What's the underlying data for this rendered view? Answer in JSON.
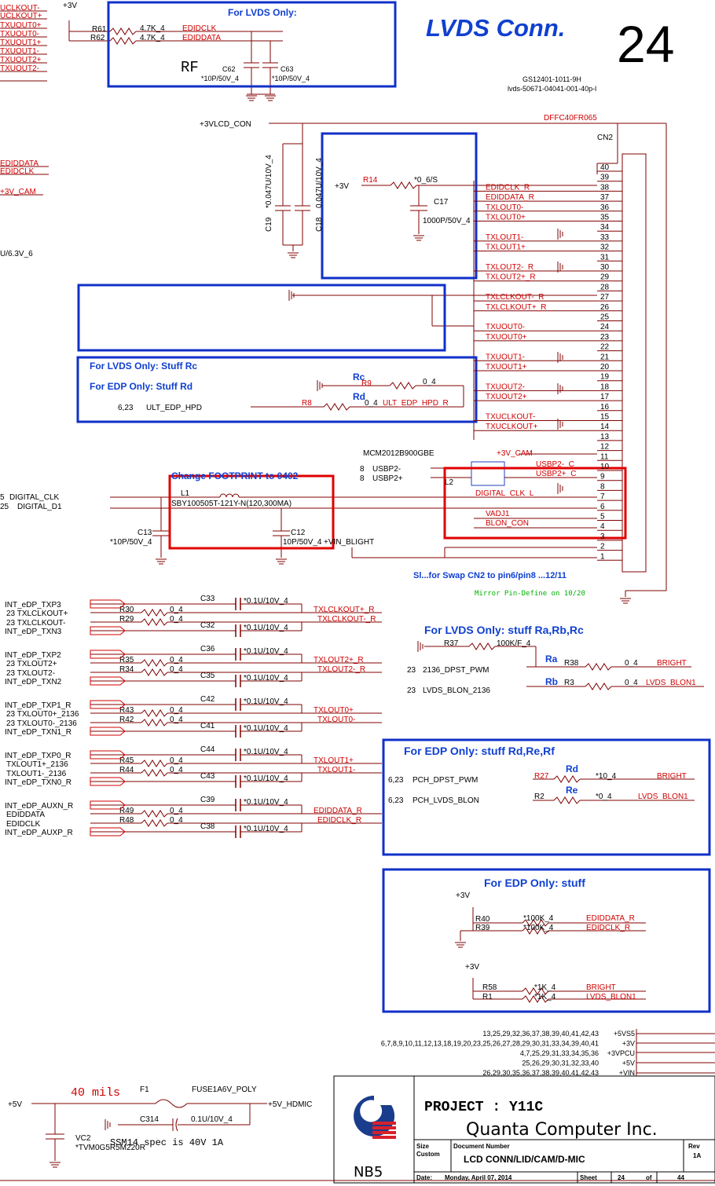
{
  "header": {
    "title": "LVDS Conn.",
    "page_number": "24",
    "part_line1": "GS12401-1011-9H",
    "part_line2": "lvds-50671-04041-001-40p-l",
    "connector_part": "DFFC40FR065",
    "connector_ref": "CN2",
    "rf_label": "RF"
  },
  "left_edge_labels": [
    "UCLKOUT-",
    "UCLKOUT+",
    "TXUOUT0+",
    "TXUOUT0-",
    "TXUOUT1+",
    "TXUOUT1-",
    "TXUOUT2+",
    "TXUOUT2-",
    "EDIDDATA",
    "EDIDCLK",
    "+3V_CAM",
    "U/6.3V_6"
  ],
  "notes": {
    "lvds_only": "For LVDS Only:",
    "lvds_stuff_rc": "For LVDS Only:  Stuff  Rc",
    "edp_stuff_rd": "For EDP Only:  Stuff  Rd",
    "footprint": "Change FOOTPRINT to 0402",
    "swap": "Sl...for Swap CN2 to pin6/pin8  ...12/11",
    "mirror": "Mirror Pin-Define on 10/20",
    "lvds_rarbrc": "For LVDS Only:  stuff  Ra,Rb,Rc",
    "edp_rdrerf": "For EDP Only:  stuff Rd,Re,Rf",
    "edp_stuff": "For EDP Only:  stuff",
    "mils": "40 mils",
    "ssm": "SSM14  spec is 40V 1A"
  },
  "power_nets": {
    "v3": "+3V",
    "v3lcd": "+3VLCD_CON",
    "v3cam": "+3V_CAM",
    "vin_blight": "+VIN_BLIGHT",
    "v5": "+5V",
    "v5hdmic": "+5V_HDMIC"
  },
  "components": {
    "r61": "R61",
    "r62": "R62",
    "r61v": "4.7K_4",
    "r62v": "4.7K_4",
    "edidclk": "EDIDCLK",
    "ediddata": "EDIDDATA",
    "c62": "C62",
    "c63": "C63",
    "c62v": "*10P/50V_4",
    "c63v": "*10P/50V_4",
    "c19": "C19",
    "c18": "C18",
    "c19v": "*0.047U/10V_4",
    "c18v": "0.047U/10V_4",
    "r14": "R14",
    "r14v": "*0_6/S",
    "c17": "C17",
    "c17v": "1000P/50V_4",
    "r9": "R9",
    "r9v": "0_4",
    "rc": "Rc",
    "rd": "Rd",
    "r8": "R8",
    "r8v": "0_4",
    "ult_edp_hpd": "ULT_EDP_HPD",
    "ult_edp_hpd_r": "ULT_EDP_HPD_R",
    "hpd_ref": "6,23",
    "mcm": "MCM2012B900GBE",
    "l2": "L2",
    "usbp2m": "USBP2-",
    "usbp2p": "USBP2+",
    "usbp2mc": "USBP2-_C",
    "usbp2pc": "USBP2+_C",
    "usb_ref": "8",
    "l1": "L1",
    "l1v": "SBY100505T-121Y-N(120,300MA)",
    "digital_clk": "DIGITAL_CLK",
    "digital_d1": "DIGITAL_D1",
    "dig_ref1": "5",
    "dig_ref2": "25",
    "c13": "C13",
    "c13v": "*10P/50V_4",
    "c12": "C12",
    "c12v": "10P/50V_4",
    "digital_clk_l": "DIGITAL_CLK_L",
    "vadj1": "VADJ1",
    "blon_con": "BLON_CON",
    "r37": "R37",
    "r37v": "100K/F_4",
    "ra": "Ra",
    "rb": "Rb",
    "r38": "R38",
    "r38v": "0_4",
    "r3": "R3",
    "r3v": "0_4",
    "dpst_pwm": "2136_DPST_PWM",
    "lvds_blon": "LVDS_BLON_2136",
    "ref23": "23",
    "bright": "BRIGHT",
    "lvds_blon1": "LVDS_BLON1",
    "r27": "R27",
    "r27v": "*10_4",
    "r2": "R2",
    "r2v": "*0_4",
    "re": "Re",
    "pch_dpst": "PCH_DPST_PWM",
    "pch_blon": "PCH_LVDS_BLON",
    "ref623": "6,23",
    "r40": "R40",
    "r39": "R39",
    "r40v": "*100K_4",
    "r39v": "*100K_4",
    "ediddata_r": "EDIDDATA_R",
    "edidclk_r": "EDIDCLK_R",
    "r58": "R58",
    "r1": "R1",
    "r58v": "*1K_4",
    "r1v": "*1K_4",
    "f1": "F1",
    "f1v": "FUSE1A6V_POLY",
    "c314": "C314",
    "c314v": "0.1U/10V_4",
    "vc2": "VC2",
    "vc2v": "*TVM0G5R5M220R"
  },
  "connector_pins": [
    "40",
    "39",
    "38",
    "37",
    "36",
    "35",
    "34",
    "33",
    "32",
    "31",
    "30",
    "29",
    "28",
    "27",
    "26",
    "25",
    "24",
    "23",
    "22",
    "21",
    "20",
    "19",
    "18",
    "17",
    "16",
    "15",
    "14",
    "13",
    "12",
    "11",
    "10",
    "9",
    "8",
    "7",
    "6",
    "5",
    "4",
    "3",
    "2",
    "1"
  ],
  "conn_nets": [
    {
      "pin": 38,
      "label": "EDIDCLK_R"
    },
    {
      "pin": 37,
      "label": "EDIDDATA_R"
    },
    {
      "pin": 36,
      "label": "TXLOUT0-"
    },
    {
      "pin": 35,
      "label": "TXLOUT0+"
    },
    {
      "pin": 33,
      "label": "TXLOUT1-"
    },
    {
      "pin": 32,
      "label": "TXLOUT1+"
    },
    {
      "pin": 30,
      "label": "TXLOUT2-_R"
    },
    {
      "pin": 29,
      "label": "TXLOUT2+_R"
    },
    {
      "pin": 27,
      "label": "TXLCLKOUT-_R"
    },
    {
      "pin": 26,
      "label": "TXLCLKOUT+_R"
    },
    {
      "pin": 24,
      "label": "TXUOUT0-"
    },
    {
      "pin": 23,
      "label": "TXUOUT0+"
    },
    {
      "pin": 21,
      "label": "TXUOUT1-"
    },
    {
      "pin": 20,
      "label": "TXUOUT1+"
    },
    {
      "pin": 18,
      "label": "TXUOUT2-"
    },
    {
      "pin": 17,
      "label": "TXUOUT2+"
    },
    {
      "pin": 15,
      "label": "TXUCLKOUT-"
    },
    {
      "pin": 14,
      "label": "TXUCLKOUT+"
    }
  ],
  "edp_groups": [
    {
      "ins": [
        "INT_eDP_TXP3",
        "23  TXLCLKOUT+",
        "23  TXLCLKOUT-",
        "INT_eDP_TXN3"
      ],
      "cap_top": "C33",
      "cap_bot": "C32",
      "res_top": "R30",
      "res_bot": "R29",
      "out_top": "TXLCLKOUT+_R",
      "out_bot": "TXLCLKOUT-_R"
    },
    {
      "ins": [
        "INT_eDP_TXP2",
        "23  TXLOUT2+",
        "23  TXLOUT2-",
        "INT_eDP_TXN2"
      ],
      "cap_top": "C36",
      "cap_bot": "C35",
      "res_top": "R35",
      "res_bot": "R34",
      "out_top": "TXLOUT2+_R",
      "out_bot": "TXLOUT2-_R"
    },
    {
      "ins": [
        "INT_eDP_TXP1_R",
        "23  TXLOUT0+_2136",
        "23  TXLOUT0-_2136",
        "INT_eDP_TXN1_R"
      ],
      "cap_top": "C42",
      "cap_bot": "C41",
      "res_top": "R43",
      "res_bot": "R42",
      "out_top": "TXLOUT0+",
      "out_bot": "TXLOUT0-"
    },
    {
      "ins": [
        "INT_eDP_TXP0_R",
        "TXLOUT1+_2136",
        "TXLOUT1-_2136",
        "INT_eDP_TXN0_R"
      ],
      "cap_top": "C44",
      "cap_bot": "C43",
      "res_top": "R45",
      "res_bot": "R44",
      "out_top": "TXLOUT1+",
      "out_bot": "TXLOUT1-"
    },
    {
      "ins": [
        "INT_eDP_AUXN_R",
        "EDIDDATA",
        "EDIDCLK",
        "INT_eDP_AUXP_R"
      ],
      "cap_top": "C39",
      "cap_bot": "C38",
      "res_top": "R49",
      "res_bot": "R48",
      "out_top": "EDIDDATA_R",
      "out_bot": "EDIDCLK_R"
    }
  ],
  "edp_cap_value": "*0.1U/10V_4",
  "edp_res_value": "0_4",
  "power_table": [
    {
      "pins": "13,25,29,32,36,37,38,39,40,41,42,43",
      "net": "+5VS5"
    },
    {
      "pins": "6,7,8,9,10,11,12,13,18,19,20,23,25,26,27,28,29,30,31,33,34,39,40,41",
      "net": "+3V"
    },
    {
      "pins": "4,7,25,29,31,33,34,35,36",
      "net": "+3VPCU"
    },
    {
      "pins": "25,26,29,30,31,32,33,40",
      "net": "+5V"
    },
    {
      "pins": "26,29,30,35,36,37,38,39,40,41,42,43",
      "net": "+VIN"
    }
  ],
  "title_block": {
    "project": "PROJECT : Y11C",
    "company": "Quanta Computer Inc.",
    "logo_text": "NB5",
    "size_label": "Size",
    "size_value": "Custom",
    "docnum_label": "Document Number",
    "doc_title": "LCD CONN/LID/CAM/D-MIC",
    "rev_label": "Rev",
    "rev_value": "1A",
    "date_label": "Date:",
    "date_value": "Monday, April 07, 2014",
    "sheet_label": "Sheet",
    "sheet_value": "24",
    "of_label": "of",
    "of_value": "44"
  },
  "colors": {
    "wire": "#800000",
    "net": "#d00000",
    "box": "#1030c8",
    "redbox": "#e00000",
    "note": "#1040d0",
    "logo_blue": "#1a3c8c",
    "logo_red": "#d8202a"
  }
}
